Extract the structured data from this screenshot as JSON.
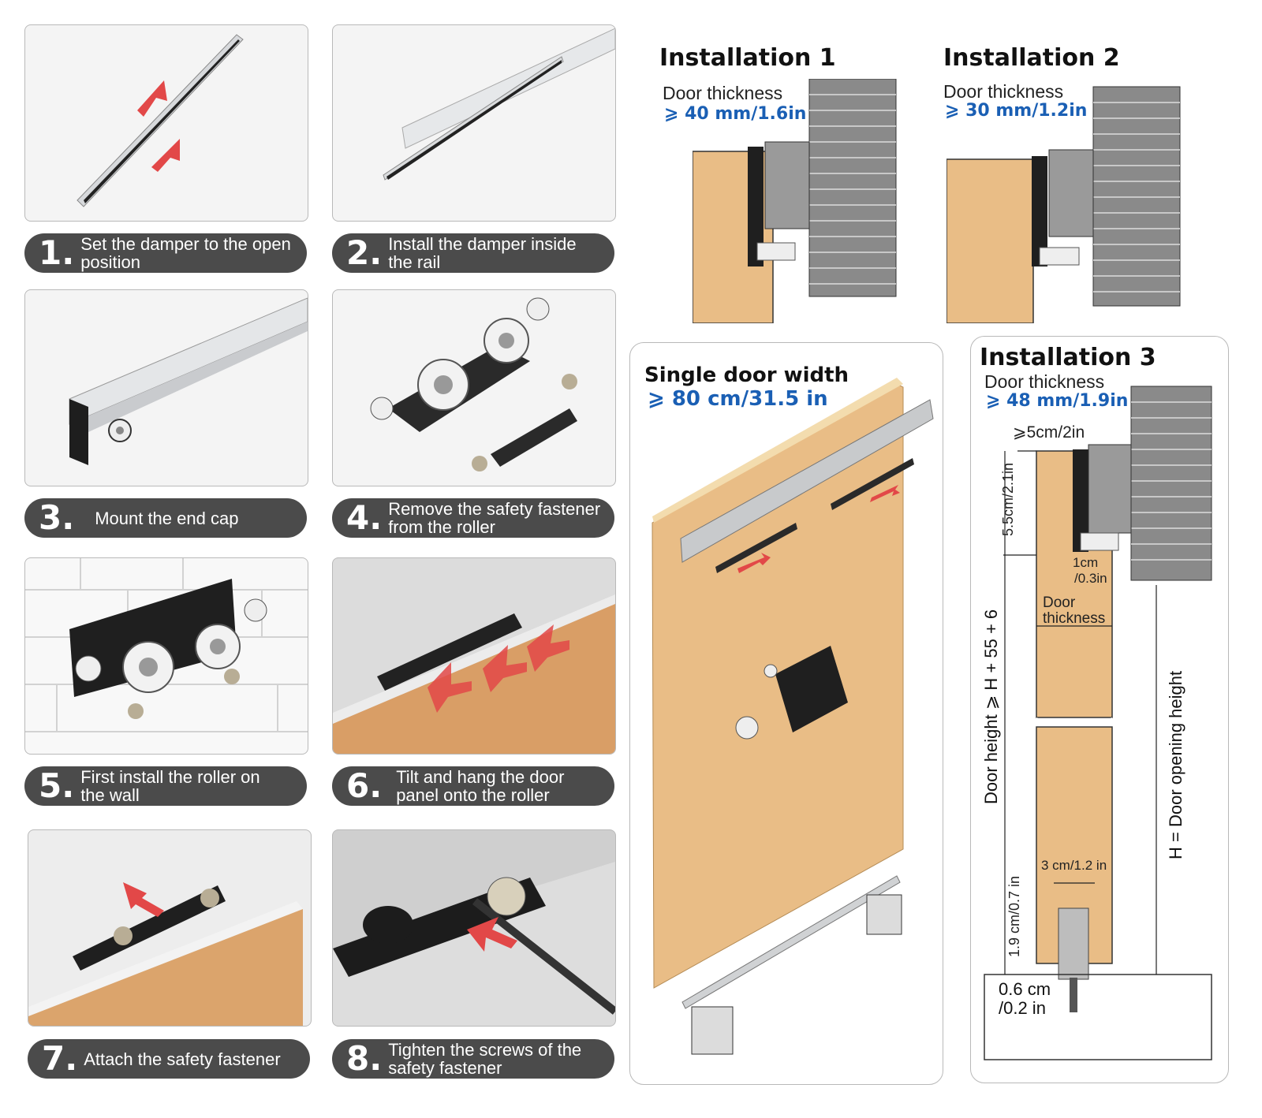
{
  "steps": [
    {
      "num": "1.",
      "line1": "Set the damper to the open",
      "line2": "position"
    },
    {
      "num": "2.",
      "line1": "Install the damper inside",
      "line2": "the rail"
    },
    {
      "num": "3.",
      "line1": "Mount the end cap",
      "line2": ""
    },
    {
      "num": "4.",
      "line1": "Remove the safety fastener",
      "line2": "from the roller"
    },
    {
      "num": "5.",
      "line1": "First install the roller on",
      "line2": "the wall"
    },
    {
      "num": "6.",
      "line1": "Tilt and hang the door",
      "line2": "panel onto the roller"
    },
    {
      "num": "7.",
      "line1": "Attach the safety fastener",
      "line2": ""
    },
    {
      "num": "8.",
      "line1": "Tighten the screws of the",
      "line2": "safety fastener"
    }
  ],
  "installations": {
    "one": {
      "title": "Installation 1",
      "label": "Door thickness",
      "value": "⩾ 40 mm/1.6in"
    },
    "two": {
      "title": "Installation 2",
      "label": "Door thickness",
      "value": "⩾ 30 mm/1.2in"
    },
    "three": {
      "title": "Installation 3",
      "label": "Door thickness",
      "value": "⩾ 48 mm/1.9in"
    }
  },
  "door_width": {
    "label": "Single door width",
    "value": "⩾ 80 cm/31.5 in"
  },
  "dimensions": {
    "gap_top": "⩾5cm/2in",
    "h55": "5.5cm/2.1in",
    "cm1_a": "1cm",
    "cm1_b": "/0.3in",
    "door_thk_a": "Door",
    "door_thk_b": "thickness",
    "door_height": "Door height ⩾ H + 55 + 6",
    "h_opening": "H = Door opening height",
    "cm3": "3 cm/1.2 in",
    "cm19": "1.9 cm/0.7 in",
    "cm06_a": "0.6 cm",
    "cm06_b": "/0.2 in"
  },
  "colors": {
    "pill": "#4b4b4b",
    "value_blue": "#1a5fb4",
    "wood": "#e9bd86",
    "arrow": "#e24848",
    "brick": "#8a8a8a"
  }
}
